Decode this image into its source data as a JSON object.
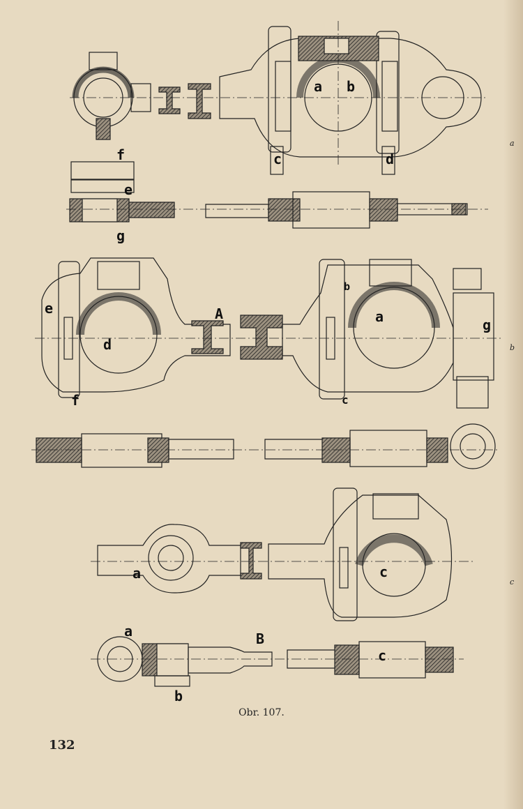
{
  "figure": {
    "caption": "Obr. 107.",
    "page_number": "132",
    "side_labels": [
      "a",
      "b",
      "c"
    ]
  },
  "labels": {
    "fig_a": [
      "a",
      "b",
      "c",
      "d",
      "f",
      "e",
      "g"
    ],
    "fig_b_left": [
      "e",
      "d",
      "f",
      "A"
    ],
    "fig_b_right": [
      "b",
      "a",
      "c",
      "g"
    ],
    "fig_c": [
      "a",
      "c",
      "a",
      "B",
      "b",
      "c"
    ]
  }
}
